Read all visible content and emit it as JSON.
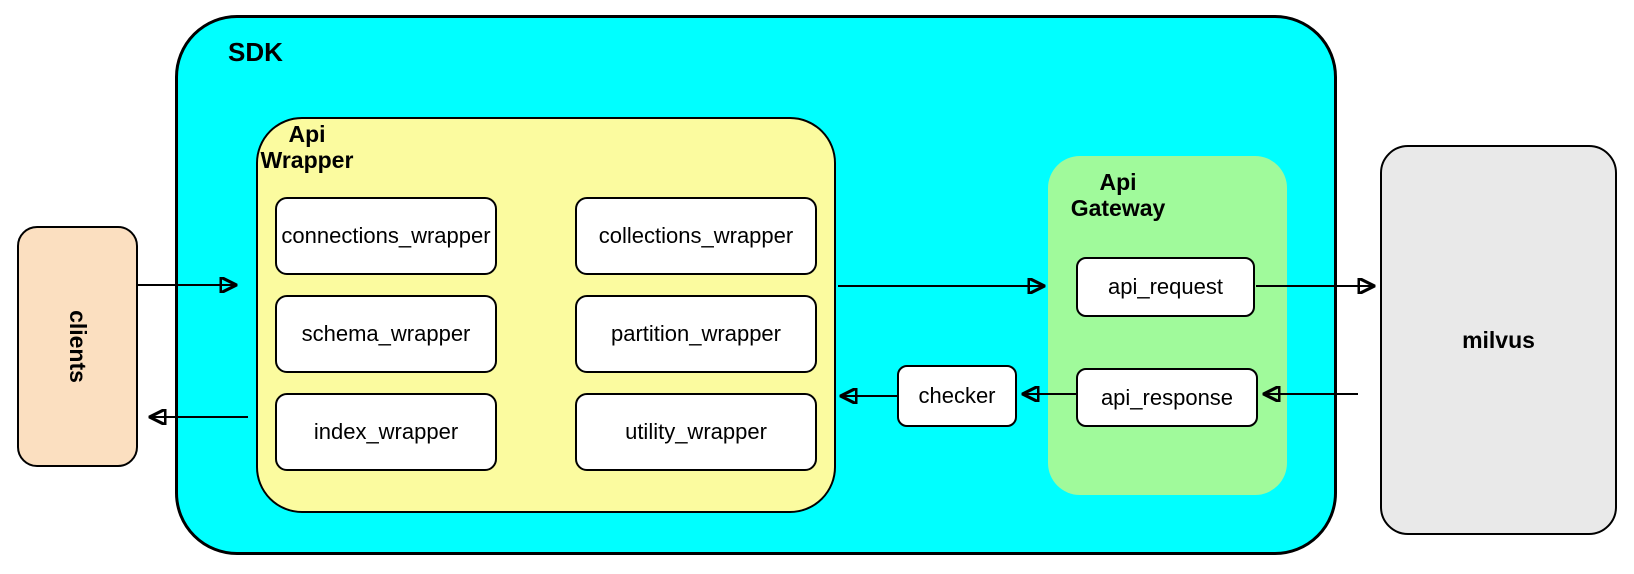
{
  "colors": {
    "sdk_fill": "#00FFFF",
    "api_wrapper_fill": "#FBFB9F",
    "api_gateway_fill": "#A0FA9B",
    "clients_fill": "#FBDFC0",
    "milvus_fill": "#E9E9E9",
    "leaf_node_fill": "#FFFFFF",
    "border": "#000000"
  },
  "nodes": {
    "clients": {
      "label": "clients"
    },
    "sdk": {
      "label": "SDK"
    },
    "api_wrapper": {
      "label": "Api\nWrapper",
      "boxes": [
        "connections_wrapper",
        "collections_wrapper",
        "schema_wrapper",
        "partition_wrapper",
        "index_wrapper",
        "utility_wrapper"
      ]
    },
    "checker": {
      "label": "checker"
    },
    "api_gateway": {
      "label": "Api\nGateway",
      "boxes": [
        "api_request",
        "api_response"
      ]
    },
    "milvus": {
      "label": "milvus"
    }
  },
  "edges": [
    {
      "from": "clients",
      "to": "api_wrapper"
    },
    {
      "from": "api_wrapper",
      "to": "api_request"
    },
    {
      "from": "api_request",
      "to": "milvus"
    },
    {
      "from": "milvus",
      "to": "api_response"
    },
    {
      "from": "api_response",
      "to": "checker"
    },
    {
      "from": "checker",
      "to": "api_wrapper"
    },
    {
      "from": "api_wrapper",
      "to": "clients"
    }
  ]
}
